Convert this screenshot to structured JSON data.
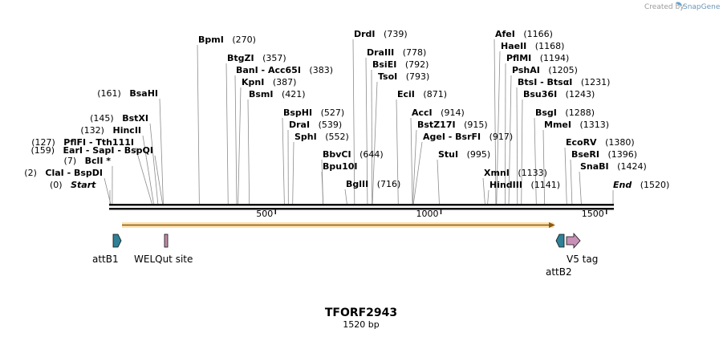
{
  "credit": {
    "created_by": "Created by",
    "brand": "SnapGene"
  },
  "plasmid": {
    "name": "TFORF2943",
    "length": 1520,
    "length_label": "1520 bp"
  },
  "axis": {
    "ticks": [
      500,
      1000,
      1500
    ]
  },
  "terminals": [
    {
      "name": "Start",
      "pos_label": "(0)"
    },
    {
      "name": "End",
      "pos_label": "(1520)"
    }
  ],
  "sites": [
    {
      "id": "clai",
      "text": "ClaI  -  BspDI",
      "pos_label": "(2)",
      "pos": 2
    },
    {
      "id": "bcli",
      "text": "BclI *",
      "pos_label": "(7)",
      "pos": 7
    },
    {
      "id": "pflfi",
      "text": "PflFI  -  Tth111I",
      "pos_label": "(127)",
      "pos": 127
    },
    {
      "id": "hincii",
      "text": "HincII",
      "pos_label": "(132)",
      "pos": 132
    },
    {
      "id": "bstxi",
      "text": "BstXI",
      "pos_label": "(145)",
      "pos": 145
    },
    {
      "id": "eari",
      "text": "EarI  -  SapI  -  BspQI",
      "pos_label": "(159)",
      "pos": 159
    },
    {
      "id": "bsahi",
      "text": "BsaHI",
      "pos_label": "(161)",
      "pos": 161
    },
    {
      "id": "bpmi",
      "text": "BpmI",
      "pos_label": "(270)",
      "pos": 270
    },
    {
      "id": "btgzi",
      "text": "BtgZI",
      "pos_label": "(357)",
      "pos": 357
    },
    {
      "id": "bani",
      "text": "BanI  -  Acc65I",
      "pos_label": "(383)",
      "pos": 383
    },
    {
      "id": "kpni",
      "text": "KpnI",
      "pos_label": "(387)",
      "pos": 387
    },
    {
      "id": "bsmi",
      "text": "BsmI",
      "pos_label": "(421)",
      "pos": 421
    },
    {
      "id": "bsphi",
      "text": "BspHI",
      "pos_label": "(527)",
      "pos": 527
    },
    {
      "id": "drai",
      "text": "DraI",
      "pos_label": "(539)",
      "pos": 539
    },
    {
      "id": "sphi",
      "text": "SphI",
      "pos_label": "(552)",
      "pos": 552
    },
    {
      "id": "bbvci",
      "text": "BbvCI",
      "pos_label": "(644)",
      "pos": 644
    },
    {
      "id": "bpu10i",
      "text": "Bpu10I",
      "pos_label": "",
      "pos": 644
    },
    {
      "id": "bglii",
      "text": "BglII",
      "pos_label": "(716)",
      "pos": 716
    },
    {
      "id": "drdi",
      "text": "DrdI",
      "pos_label": "(739)",
      "pos": 739
    },
    {
      "id": "draiii",
      "text": "DraIII",
      "pos_label": "(778)",
      "pos": 778
    },
    {
      "id": "bsiei",
      "text": "BsiEI",
      "pos_label": "(792)",
      "pos": 792
    },
    {
      "id": "tsoi",
      "text": "TsoI",
      "pos_label": "(793)",
      "pos": 793
    },
    {
      "id": "ecii",
      "text": "EciI",
      "pos_label": "(871)",
      "pos": 871
    },
    {
      "id": "acci",
      "text": "AccI",
      "pos_label": "(914)",
      "pos": 914
    },
    {
      "id": "bstz17i",
      "text": "BstZ17I",
      "pos_label": "(915)",
      "pos": 915
    },
    {
      "id": "agei",
      "text": "AgeI  -  BsrFI",
      "pos_label": "(917)",
      "pos": 917
    },
    {
      "id": "stui",
      "text": "StuI",
      "pos_label": "(995)",
      "pos": 995
    },
    {
      "id": "xmni",
      "text": "XmnI",
      "pos_label": "(1133)",
      "pos": 1133
    },
    {
      "id": "hindiii",
      "text": "HindIII",
      "pos_label": "(1141)",
      "pos": 1141
    },
    {
      "id": "afei",
      "text": "AfeI",
      "pos_label": "(1166)",
      "pos": 1166
    },
    {
      "id": "haeii",
      "text": "HaeII",
      "pos_label": "(1168)",
      "pos": 1168
    },
    {
      "id": "pflmi",
      "text": "PflMI",
      "pos_label": "(1194)",
      "pos": 1194
    },
    {
      "id": "pshai",
      "text": "PshAI",
      "pos_label": "(1205)",
      "pos": 1205
    },
    {
      "id": "btsi",
      "text": "BtsI  -  BtsαI",
      "pos_label": "(1231)",
      "pos": 1231
    },
    {
      "id": "bsu36i",
      "text": "Bsu36I",
      "pos_label": "(1243)",
      "pos": 1243
    },
    {
      "id": "bsgi",
      "text": "BsgI",
      "pos_label": "(1288)",
      "pos": 1288
    },
    {
      "id": "mmei",
      "text": "MmeI",
      "pos_label": "(1313)",
      "pos": 1313
    },
    {
      "id": "ecorv",
      "text": "EcoRV",
      "pos_label": "(1380)",
      "pos": 1380
    },
    {
      "id": "bseri",
      "text": "BseRI",
      "pos_label": "(1396)",
      "pos": 1396
    },
    {
      "id": "snabi",
      "text": "SnaBI",
      "pos_label": "(1424)",
      "pos": 1424
    }
  ],
  "features": [
    {
      "id": "attb1",
      "name": "attB1",
      "color": "#2e8196"
    },
    {
      "id": "welqut",
      "name": "WELQut site",
      "color": "#c08aa8"
    },
    {
      "id": "attb2",
      "name": "attB2",
      "color": "#2e8196"
    },
    {
      "id": "v5tag",
      "name": "V5 tag",
      "color": "#c890b8"
    }
  ],
  "orf": {
    "color": "#f5a623"
  }
}
